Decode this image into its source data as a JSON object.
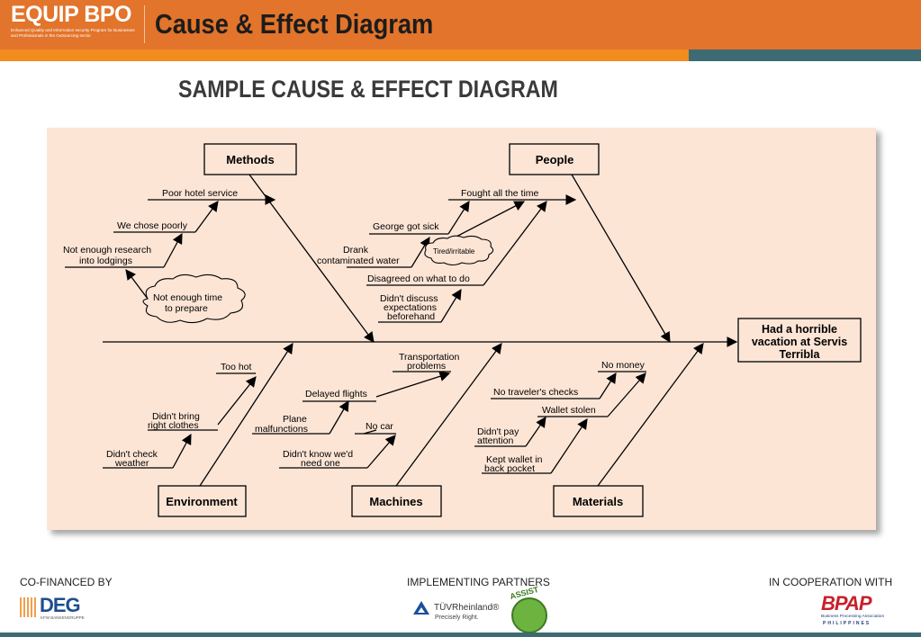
{
  "header": {
    "logo_title": "EQUIP BPO",
    "logo_subtitle": "Enhanced QUality and Information security Program for Businesses and Professionals in the Outsourcing sector",
    "page_title": "Cause & Effect Diagram"
  },
  "diagram": {
    "title": "SAMPLE CAUSE & EFFECT DIAGRAM",
    "effect": [
      "Had a horrible",
      "vacation at Servis",
      "Terribla"
    ],
    "categories": {
      "methods": "Methods",
      "people": "People",
      "environment": "Environment",
      "machines": "Machines",
      "materials": "Materials"
    },
    "causes": {
      "poor_hotel_service": "Poor hotel service",
      "we_chose_poorly": "We chose poorly",
      "not_enough_research": [
        "Not enough research",
        "into lodgings"
      ],
      "not_enough_time": [
        "Not enough time",
        "to prepare"
      ],
      "fought_all_the_time": "Fought all the time",
      "george_got_sick": "George got sick",
      "drank_contaminated_water": [
        "Drank",
        "contaminated water"
      ],
      "tired_irritable": "Tired/irritable",
      "disagreed": "Disagreed on what to do",
      "didnt_discuss": [
        "Didn't discuss",
        "expectations",
        "beforehand"
      ],
      "too_hot": "Too hot",
      "didnt_bring_clothes": [
        "Didn't bring",
        "right clothes"
      ],
      "didnt_check_weather": [
        "Didn't check",
        "weather"
      ],
      "transportation_problems": [
        "Transportation",
        "problems"
      ],
      "delayed_flights": "Delayed flights",
      "plane_malfunctions": [
        "Plane",
        "malfunctions"
      ],
      "no_car": "No car",
      "didnt_know_need_one": [
        "Didn't know we'd",
        "need one"
      ],
      "no_money": "No money",
      "no_travelers_checks": "No traveler's checks",
      "wallet_stolen": "Wallet stolen",
      "didnt_pay_attention": [
        "Didn't pay",
        "attention"
      ],
      "kept_wallet": [
        "Kept wallet in",
        "back pocket"
      ]
    }
  },
  "footer": {
    "cofinanced_label": "CO-FINANCED BY",
    "partners_label": "IMPLEMENTING PARTNERS",
    "cooperation_label": "IN COOPERATION WITH",
    "deg_logo": "DEG",
    "deg_sub": "KFW BANKENGRUPPE",
    "tuv_name": "TÜVRheinland®",
    "tuv_sub": "Precisely Right.",
    "assist_logo": "ASSIST",
    "bpap_logo": "BPAP",
    "bpap_sub": "Business Processing Association",
    "bpap_sub2": "PHILIPPINES"
  },
  "colors": {
    "header_orange": "#e2742b",
    "accent_orange": "#f28c1f",
    "accent_teal": "#3e6b73",
    "panel_bg": "#fde5d6"
  }
}
